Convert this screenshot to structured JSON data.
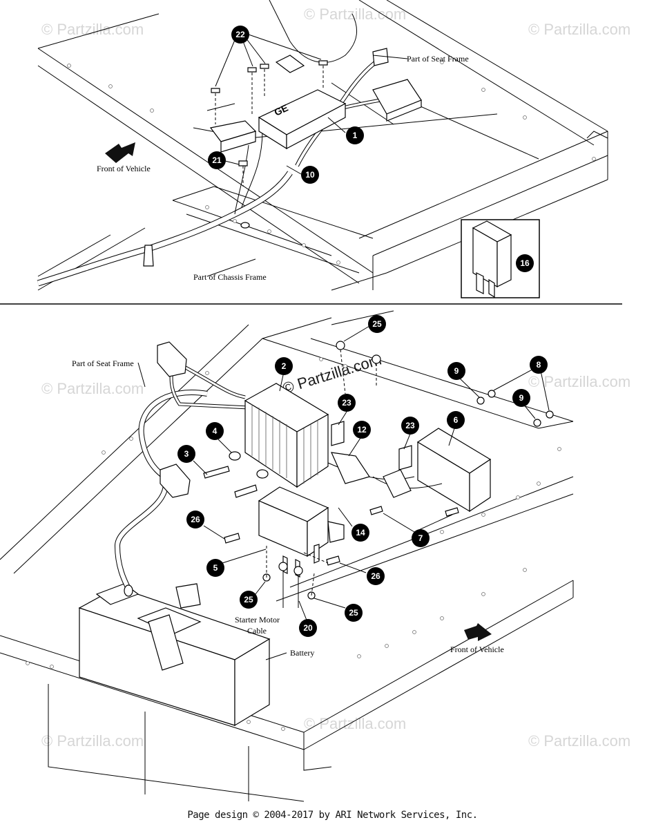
{
  "watermark": "© Partzilla.com",
  "watermark_center": "© Partzilla.com",
  "footer": "Page design © 2004-2017 by ARI Network Services, Inc.",
  "top_panel": {
    "labels": {
      "seat_frame": "Part of Seat Frame",
      "front": "Front of Vehicle",
      "chassis_frame": "Part of Chassis Frame"
    },
    "callouts": [
      "22",
      "1",
      "21",
      "10",
      "16"
    ]
  },
  "bottom_panel": {
    "labels": {
      "seat_frame": "Part of Seat Frame",
      "starter_line1": "Starter Motor",
      "starter_line2": "Cable",
      "battery": "Battery",
      "front": "Front of Vehicle"
    },
    "callouts": [
      "25",
      "2",
      "9",
      "8",
      "9",
      "23",
      "6",
      "4",
      "12",
      "23",
      "3",
      "14",
      "7",
      "26",
      "5",
      "26",
      "25",
      "25",
      "20"
    ]
  }
}
